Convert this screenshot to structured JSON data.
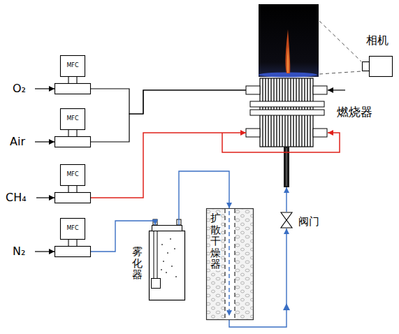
{
  "diagram": {
    "nodes": [
      {
        "text": [
          "MFC"
        ]
      },
      {
        "text": [
          "MFC"
        ]
      },
      {
        "text": [
          "MFC"
        ]
      },
      {
        "text": [
          "MFC"
        ]
      },
      {
        "text": [
          "燃烧器"
        ]
      },
      {
        "text": [
          "相机"
        ]
      },
      {
        "text": [
          "雾化器"
        ]
      },
      {
        "text": [
          "扩散干燥器"
        ]
      },
      {
        "text": [
          "阀门"
        ]
      }
    ],
    "edges": [
      {
        "from": 0,
        "to": 4,
        "arrow": "none"
      },
      {
        "from": 1,
        "to": 4,
        "arrow": "none"
      },
      {
        "from": 2,
        "to": 4,
        "arrow": "to"
      },
      {
        "from": 3,
        "to": 6,
        "arrow": "to"
      },
      {
        "from": 6,
        "to": 7,
        "arrow": "to"
      },
      {
        "from": 7,
        "to": 8,
        "arrow": "to"
      },
      {
        "from": 8,
        "to": 4,
        "arrow": "to"
      }
    ],
    "labels": [
      "O₂",
      "Air",
      "CH₄",
      "N₂"
    ]
  }
}
